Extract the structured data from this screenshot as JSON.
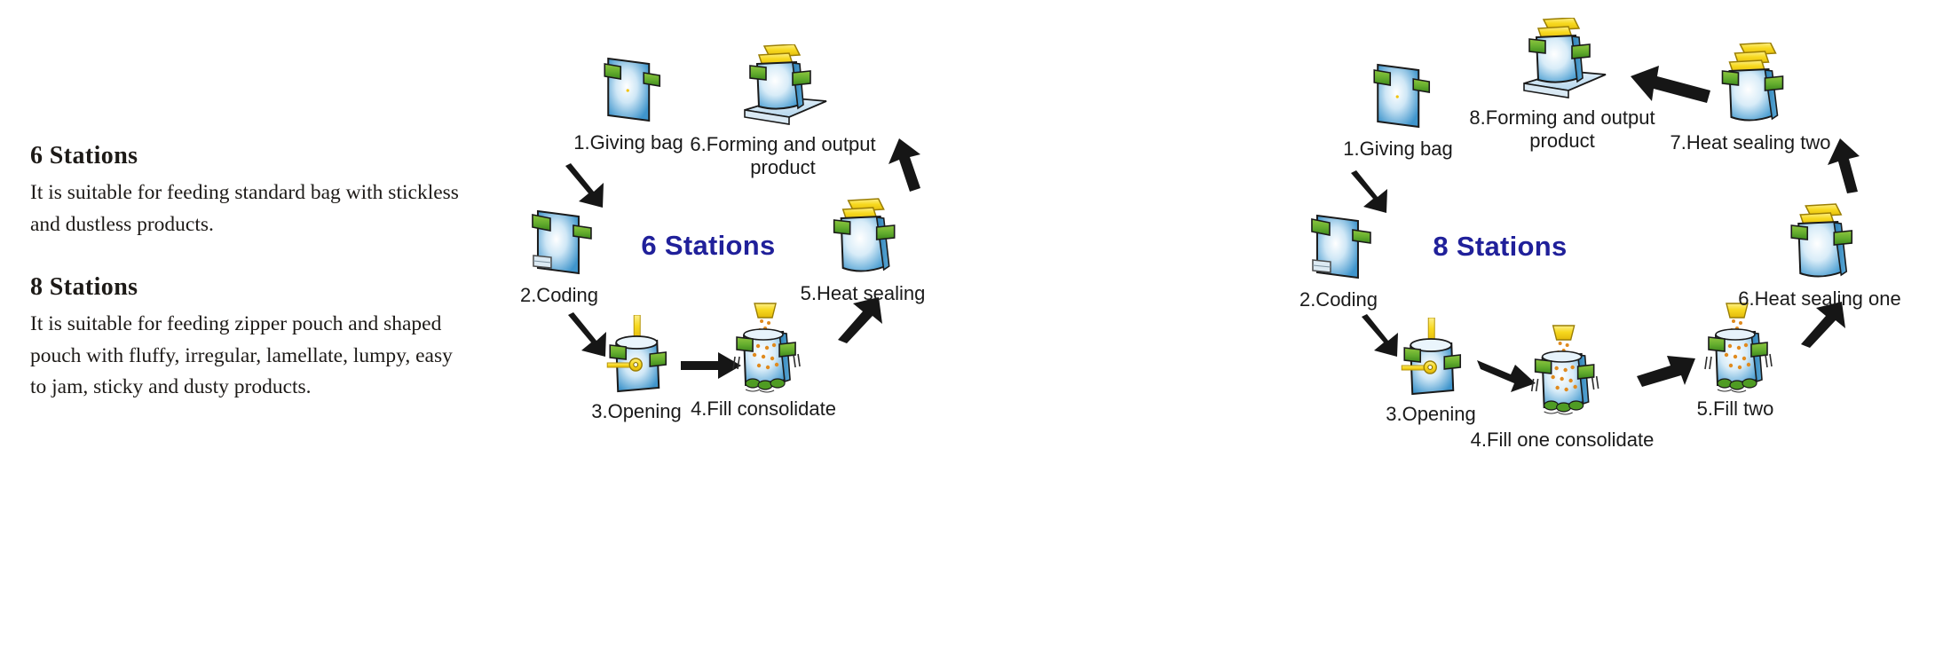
{
  "text_panel": {
    "sections": [
      {
        "heading": "6 Stations",
        "body": "It is suitable for feeding standard bag with stickless and dustless products."
      },
      {
        "heading": "8 Stations",
        "body": "It is suitable for feeding zipper pouch and shaped pouch with fluffy, irregular, lamellate, lumpy, easy to jam, sticky and dusty products."
      }
    ]
  },
  "colors": {
    "title_blue": "#20209a",
    "bag_blue_dark": "#2f86c5",
    "bag_blue_light": "#ffffff",
    "clamp_green": "#5eae2e",
    "seal_yellow": "#f5d423",
    "arrow_black": "#161616",
    "text_black": "#1a1a1a",
    "panel_text": "#1d1a17"
  },
  "diagrams": [
    {
      "id": "six-stations",
      "title": "6 Stations",
      "nodes": [
        {
          "key": "giving-bag",
          "label": "1.Giving bag",
          "icon": "flat-bag-icon"
        },
        {
          "key": "coding",
          "label": "2.Coding",
          "icon": "coding-bag-icon"
        },
        {
          "key": "opening",
          "label": "3.Opening",
          "icon": "open-bag-icon"
        },
        {
          "key": "fill-consolidate",
          "label": "4.Fill consolidate",
          "icon": "filling-bag-icon"
        },
        {
          "key": "heat-sealing",
          "label": "5.Heat sealing",
          "icon": "sealed-bag-icon"
        },
        {
          "key": "forming-output",
          "label": "6.Forming and output product",
          "icon": "output-conveyor-icon"
        }
      ]
    },
    {
      "id": "eight-stations",
      "title": "8 Stations",
      "nodes": [
        {
          "key": "giving-bag",
          "label": "1.Giving bag",
          "icon": "flat-bag-icon"
        },
        {
          "key": "coding",
          "label": "2.Coding",
          "icon": "coding-bag-icon"
        },
        {
          "key": "opening",
          "label": "3.Opening",
          "icon": "open-bag-icon"
        },
        {
          "key": "fill-one",
          "label": "4.Fill one consolidate",
          "icon": "filling-bag-icon"
        },
        {
          "key": "fill-two",
          "label": "5.Fill two",
          "icon": "filling-bag-icon"
        },
        {
          "key": "heat-sealing-one",
          "label": "6.Heat sealing one",
          "icon": "sealed-bag-icon"
        },
        {
          "key": "heat-sealing-two",
          "label": "7.Heat sealing two",
          "icon": "double-sealed-bag-icon"
        },
        {
          "key": "forming-output",
          "label": "8.Forming and output product",
          "icon": "output-conveyor-icon"
        }
      ]
    }
  ]
}
